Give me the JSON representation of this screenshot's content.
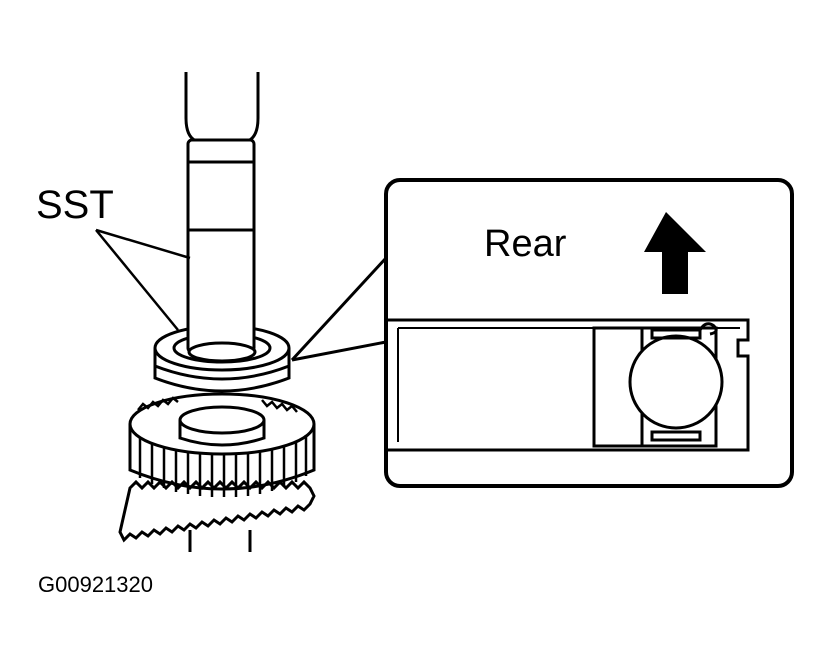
{
  "labels": {
    "sst": "SST",
    "rear": "Rear",
    "figure_code": "G00921320"
  },
  "colors": {
    "line": "#000000",
    "background": "#ffffff"
  },
  "icons": {
    "direction_arrow": "arrow-up-icon"
  }
}
